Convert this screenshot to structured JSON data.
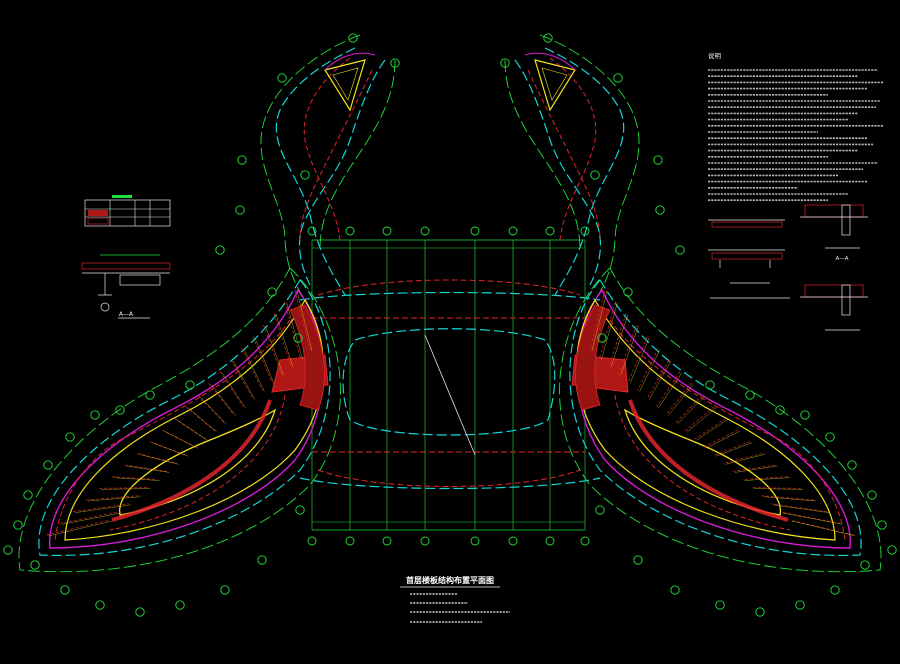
{
  "drawing": {
    "title": "首层楼板结构布置平面图",
    "notes_heading": "说明"
  },
  "colors": {
    "background": "#000000",
    "beam_red": "#e0252b",
    "slab_fill": "#b01818",
    "yellow": "#f3e31b",
    "magenta": "#d61ad6",
    "green": "#1fe23a",
    "cyan": "#14d6d6",
    "white": "#f2f2f2"
  },
  "details": {
    "section_a_label": "A—A",
    "section_b_label": "A—A"
  }
}
